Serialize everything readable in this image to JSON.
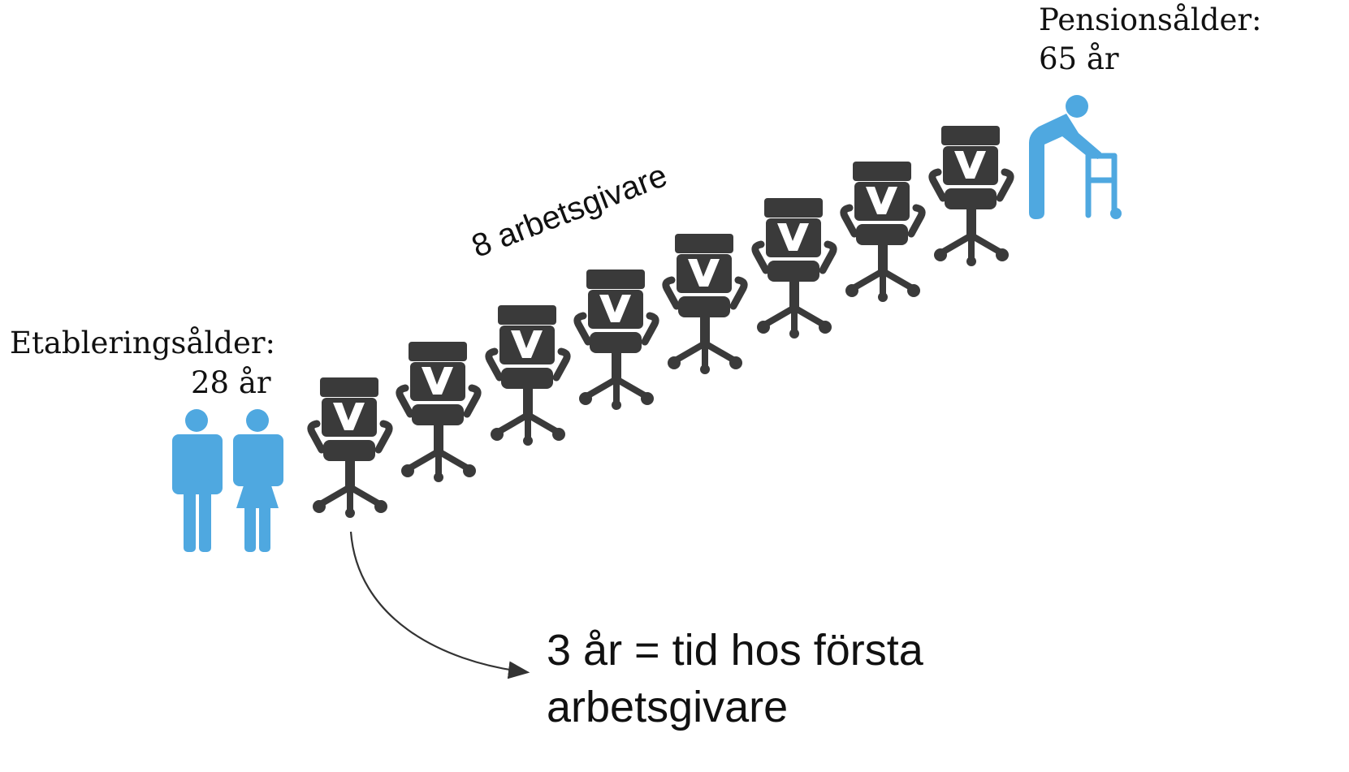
{
  "start": {
    "label": "Etableringsålder:",
    "age": "28 år"
  },
  "end": {
    "label": "Pensionsålder:",
    "age": "65 år"
  },
  "employers_label": "8 arbetsgivare",
  "caption": {
    "line1": "3 år = tid hos första",
    "line2": "arbetsgivare"
  },
  "chairs": {
    "count": 8,
    "icon": "office-chair-icon"
  },
  "icons": {
    "start": "young-couple-icon",
    "end": "elderly-walker-icon"
  },
  "colors": {
    "person": "#4FA8E0",
    "chair": "#3A3A3A",
    "text": "#111111",
    "arrow": "#333333"
  }
}
